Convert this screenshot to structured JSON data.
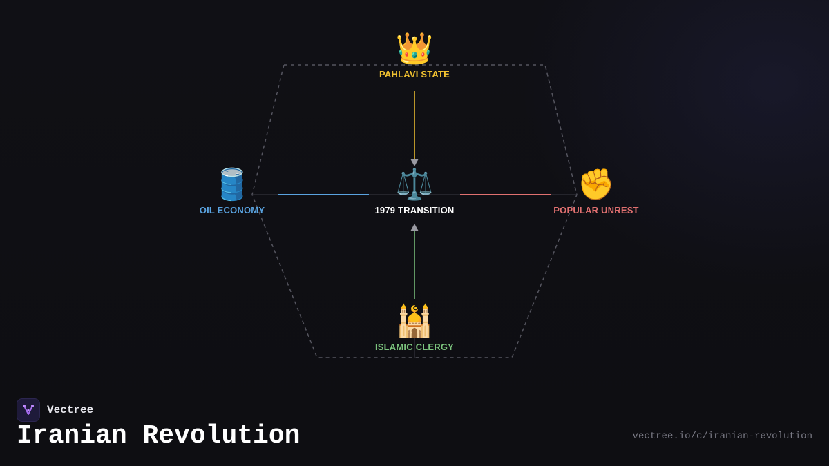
{
  "colors": {
    "pahlavi": "#f2c230",
    "oil": "#5aa3e0",
    "unrest": "#e07070",
    "clergy": "#7cc47e",
    "center": "#ffffff"
  },
  "nodes": {
    "pahlavi": {
      "label": "PAHLAVI STATE",
      "icon": "crown-icon",
      "glyph": "👑"
    },
    "oil": {
      "label": "OIL ECONOMY",
      "icon": "oil-barrel-icon",
      "glyph": "🛢️"
    },
    "center": {
      "label": "1979 TRANSITION",
      "icon": "balance-scale-icon",
      "glyph": "⚖️"
    },
    "unrest": {
      "label": "POPULAR UNREST",
      "icon": "raised-fist-icon",
      "glyph": "✊"
    },
    "clergy": {
      "label": "ISLAMIC CLERGY",
      "icon": "mosque-icon",
      "glyph": "🕌"
    }
  },
  "brand": {
    "name": "Vectree"
  },
  "title": "Iranian Revolution",
  "url": "vectree.io/c/iranian-revolution"
}
